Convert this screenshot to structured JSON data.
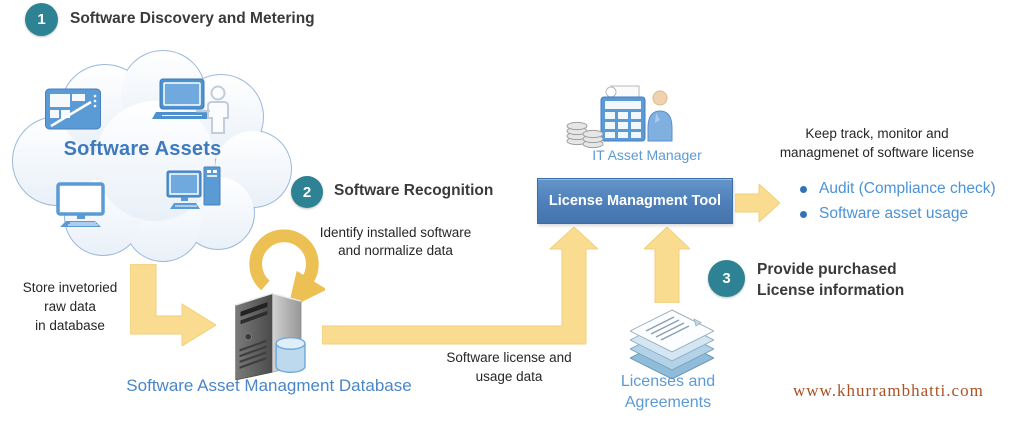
{
  "steps": {
    "step1": {
      "number": "1",
      "title": "Software Discovery and Metering"
    },
    "step2": {
      "number": "2",
      "title": "Software Recognition",
      "description": [
        "Identify installed software",
        "and normalize data"
      ]
    },
    "step3": {
      "number": "3",
      "title": [
        "Provide purchased",
        "License information"
      ]
    }
  },
  "cloud": {
    "title": "Software Assets"
  },
  "store_note": [
    "Store invetoried",
    "raw data",
    "in database"
  ],
  "database": {
    "label": "Software Asset Managment Database"
  },
  "flow_license_usage": [
    "Software license and",
    "usage data"
  ],
  "it_manager": {
    "label": "IT Asset Manager"
  },
  "tool": {
    "label": "License Managment Tool"
  },
  "keep_track": [
    "Keep track, monitor and",
    "managmenet of software license"
  ],
  "outcomes": {
    "items": [
      {
        "label": "Audit (Compliance check)"
      },
      {
        "label": "Software asset usage"
      }
    ]
  },
  "licenses": {
    "label": [
      "Licenses and",
      "Agreements"
    ]
  },
  "watermark": "www.khurrambhatti.com",
  "colors": {
    "step_badge_teal": "#2d8294",
    "label_blue": "#5b9bd5",
    "database_label_blue": "#4a86c8",
    "software_assets_blue": "#3e7abf",
    "tool_box_blue": "#4d7fba",
    "arrow_yellow": "#f9dc8f",
    "refresh_gold": "#ecc052",
    "heading_dark": "#3a3a3a",
    "bullet_blue": "#2f74b8",
    "outcome_text_blue": "#4b93d8",
    "watermark_rust": "#ad5222"
  },
  "icons": {
    "cloud-icon": "puffy cloud outline",
    "tablet-icon": "blue tablet with dashboard tiles and stylus",
    "laptop-person-icon": "blue laptop with presenter outline",
    "monitor-icon": "outlined monitor with keyboard",
    "desktop-computer-icon": "blue monitor with tower",
    "server-database-icon": "3d server tower with blue database cylinder",
    "refresh-arrow-icon": "gold circular arrow",
    "asset-register-icon": "blue ledger grid with receipt and coin stacks",
    "person-icon": "3d person figure",
    "document-stack-icon": "isometric stack of license documents",
    "flow-arrow": "yellow block arrow"
  }
}
